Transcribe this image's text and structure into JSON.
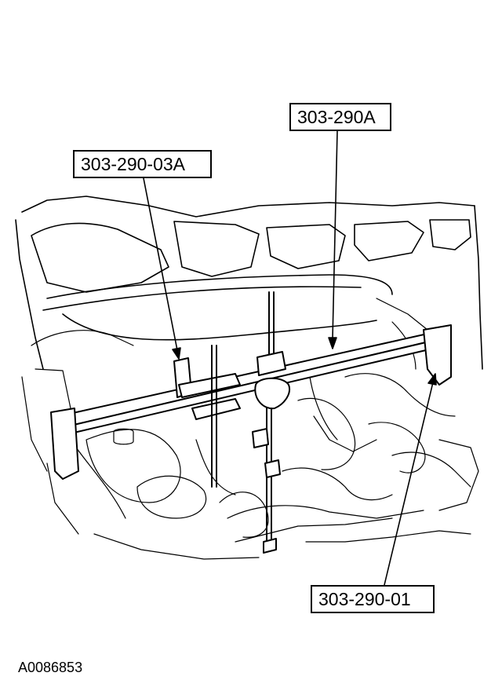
{
  "callouts": {
    "tool_main": "303-290A",
    "tool_adapter": "303-290-03A",
    "tool_support": "303-290-01"
  },
  "figure_id": "A0086853",
  "colors": {
    "line": "#000000",
    "background": "#ffffff"
  }
}
